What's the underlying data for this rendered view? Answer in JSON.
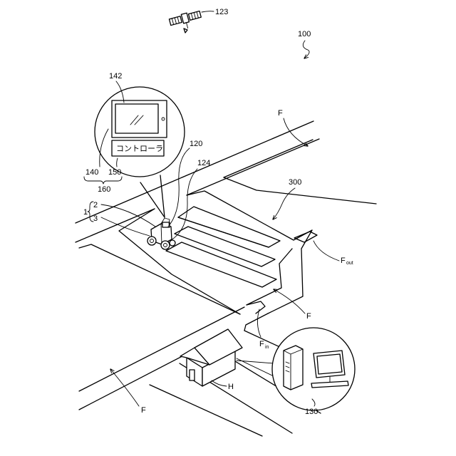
{
  "labels": {
    "satellite": "123",
    "system": "100",
    "display": "142",
    "controller_text": "コントローラ",
    "screen": "140",
    "controller": "150",
    "terminal": "160",
    "robot": "120",
    "antenna": "124",
    "vehicle": "1",
    "part_upper": "2",
    "part_lower": "3",
    "field": "300",
    "flow": "F",
    "f_out_main": "F",
    "f_out_sub": "out",
    "f_in_main": "F",
    "f_in_sub": "in",
    "house": "H",
    "server": "130"
  }
}
